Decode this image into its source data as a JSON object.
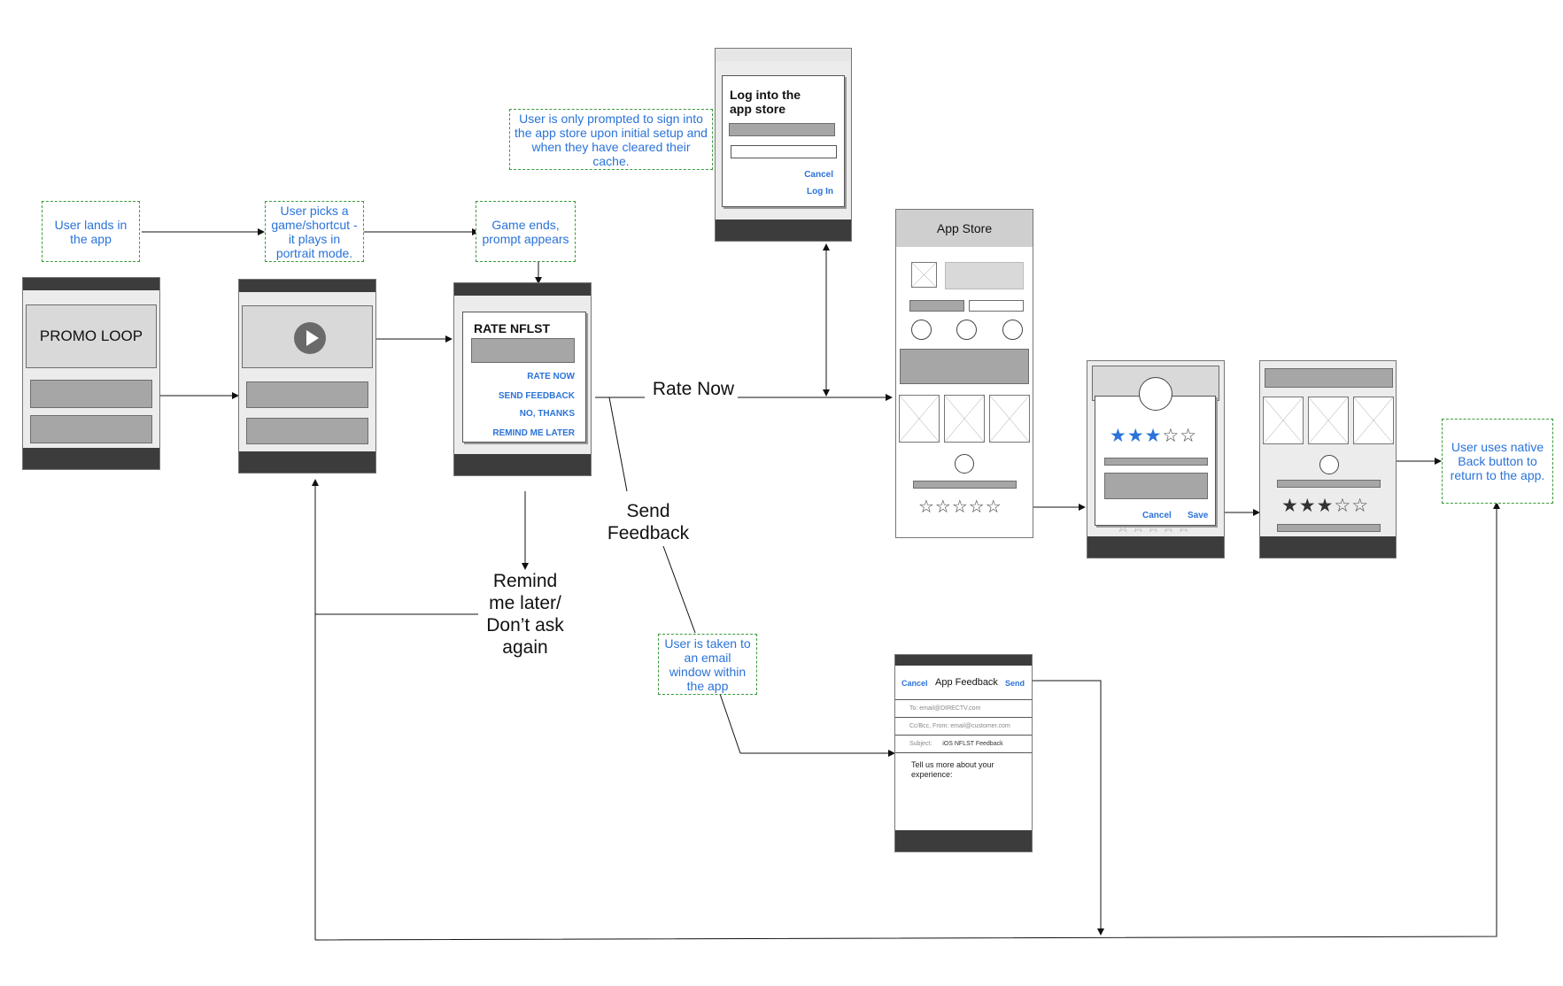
{
  "notes": {
    "user_lands": "User lands in the app",
    "user_picks": "User picks a game/shortcut - it plays in portrait mode.",
    "game_ends": "Game ends, prompt appears",
    "sign_in": "User is only prompted to sign into the app store upon initial setup and when they have cleared their cache.",
    "email_window": "User is taken to an email window within the app",
    "native_back": "User uses native Back button to return to the app."
  },
  "flow_labels": {
    "rate_now": "Rate Now",
    "send_feedback_1": "Send",
    "send_feedback_2": "Feedback",
    "remind_1": "Remind",
    "remind_2": "me later/",
    "remind_3": "Don’t ask",
    "remind_4": "again"
  },
  "promo_screen": {
    "label": "PROMO LOOP"
  },
  "rate_prompt": {
    "title": "RATE NFLST",
    "options": [
      "RATE NOW",
      "SEND FEEDBACK",
      "NO, THANKS",
      "REMIND ME LATER"
    ]
  },
  "login_dialog": {
    "title_line1": "Log into the",
    "title_line2": "app store",
    "cancel": "Cancel",
    "login": "Log In"
  },
  "app_store": {
    "title": "App Store",
    "stars_text": "☆☆☆☆☆"
  },
  "rating_dialog": {
    "stars_on": "★★★",
    "stars_off": "☆☆",
    "cancel": "Cancel",
    "save": "Save",
    "under_stars": "☆☆☆☆☆"
  },
  "rated_screen": {
    "stars_on": "★★★",
    "stars_off": "☆☆"
  },
  "feedback_email": {
    "cancel": "Cancel",
    "title": "App Feedback",
    "send": "Send",
    "to": "To: email@DIRECTV.com",
    "cc": "Cc/Bcc, From: email@customer.com",
    "subject_label": "Subject:",
    "subject_value": "iOS NFLST Feedback",
    "body": "Tell us more about your experience:"
  },
  "colors": {
    "accent_blue": "#2a73d9",
    "note_border": "#3a9a3a",
    "bar": "#3c3c3c"
  },
  "icons": {
    "play": "play-icon",
    "image_placeholder": "image-placeholder-icon"
  }
}
